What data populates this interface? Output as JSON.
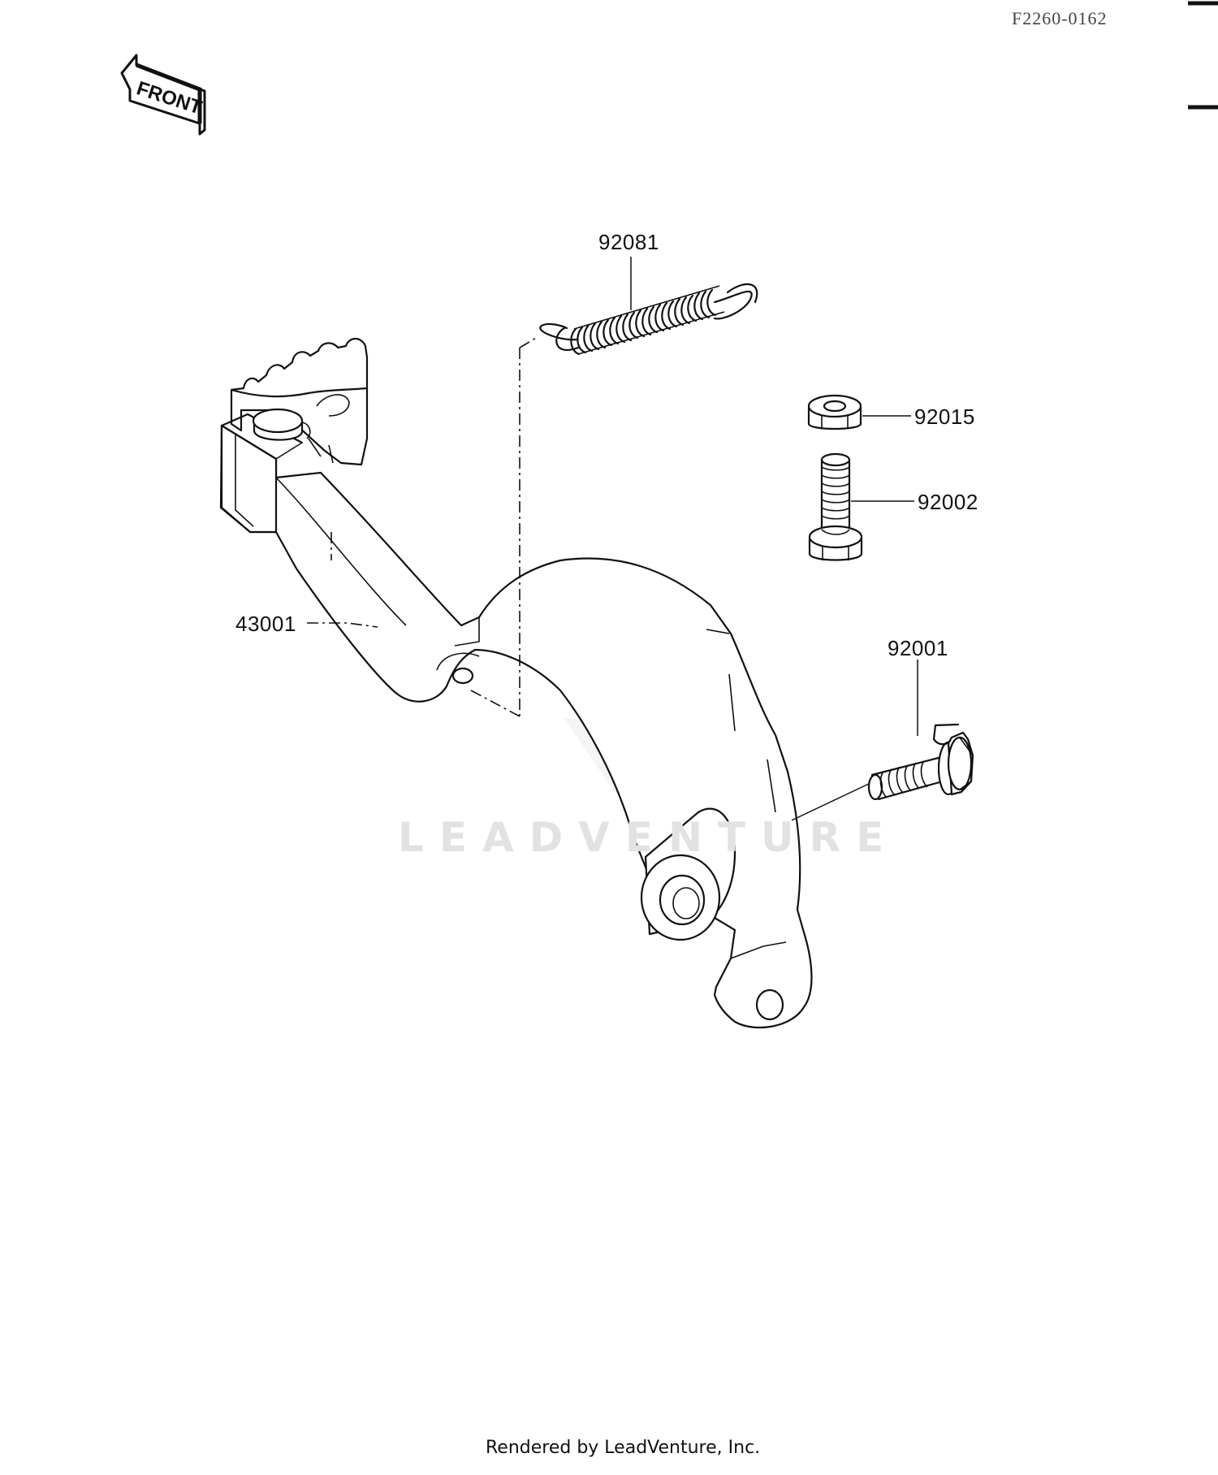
{
  "document": {
    "diagram_id": "F2260-0162",
    "credit": "Rendered by LeadVenture, Inc.",
    "watermark": "LEADVENTURE"
  },
  "direction_marker": {
    "label": "FRONT",
    "icon": "front-arrow-icon"
  },
  "parts": [
    {
      "number": "92081",
      "part": "spring"
    },
    {
      "number": "92015",
      "part": "nut"
    },
    {
      "number": "92002",
      "part": "bolt"
    },
    {
      "number": "43001",
      "part": "brake pedal"
    },
    {
      "number": "92001",
      "part": "flange bolt"
    }
  ],
  "callouts": {
    "spring": "92081",
    "nut": "92015",
    "stop_bolt": "92002",
    "pedal": "43001",
    "pivot_bolt": "92001"
  }
}
